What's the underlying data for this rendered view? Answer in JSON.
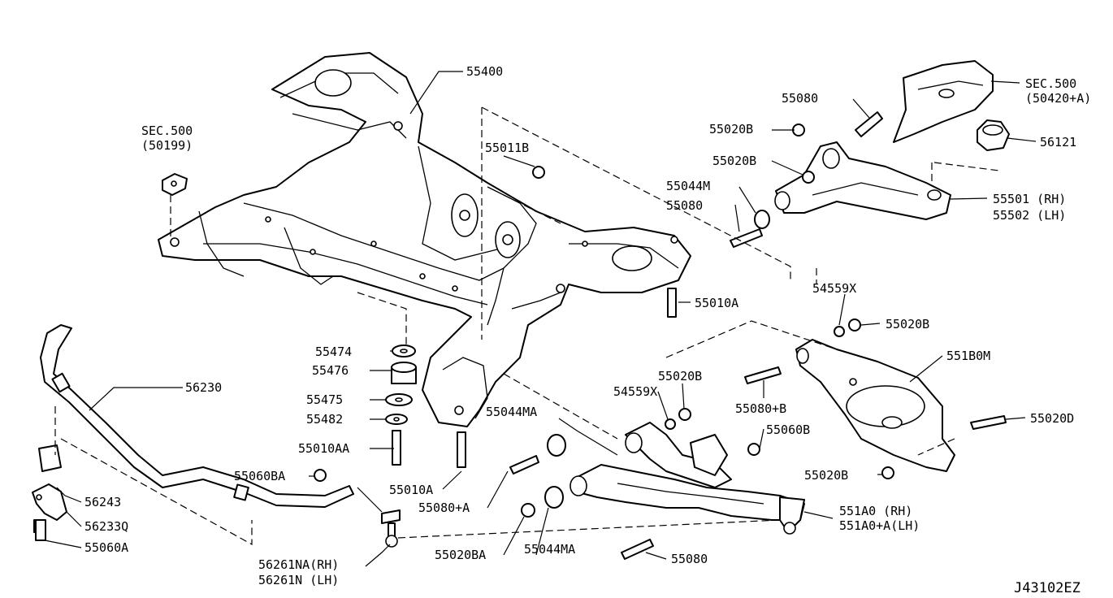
{
  "diagram_code": "J43102EZ",
  "labels": {
    "l55400": "55400",
    "lsec1_a": "SEC.500",
    "lsec1_b": "(50199)",
    "l55011b": "55011B",
    "l55080_top": "55080",
    "l55020b_1": "55020B",
    "l55020b_2": "55020B",
    "l55044m": "55044M",
    "l55080_2": "55080",
    "lsec2_a": "SEC.500",
    "lsec2_b": "(50420+A)",
    "l56121": "56121",
    "l55501": "55501 (RH)",
    "l55502": "55502 (LH)",
    "l55010a": "55010A",
    "l54559x_1": "54559X",
    "l55020b_3": "55020B",
    "l551b0m": "551B0M",
    "l55474": "55474",
    "l55476": "55476",
    "l55475": "55475",
    "l55482": "55482",
    "l55010aa": "55010AA",
    "l55010a_2": "55010A",
    "l56230": "56230",
    "l55044ma_1": "55044MA",
    "l54559x_2": "54559X",
    "l55020b_4": "55020B",
    "l55080b": "55080+B",
    "l55060b": "55060B",
    "l55020d": "55020D",
    "l55060ba": "55060BA",
    "l55080a": "55080+A",
    "l55020b_5": "55020B",
    "l56243": "56243",
    "l56233q": "56233Q",
    "l55060a": "55060A",
    "l551a0": "551A0   (RH)",
    "l551a0a": "551A0+A(LH)",
    "l56261na": "56261NA(RH)",
    "l56261n": "56261N (LH)",
    "l55020ba": "55020BA",
    "l55044ma_2": "55044MA",
    "l55080_bottom": "55080"
  }
}
